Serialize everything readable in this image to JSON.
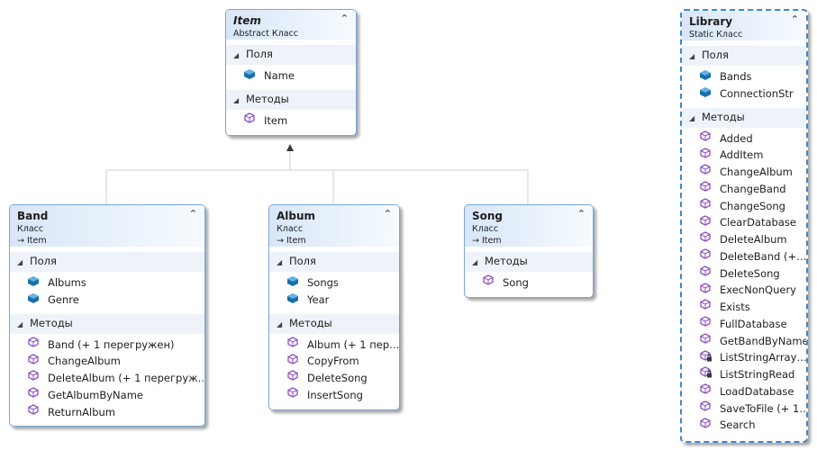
{
  "diagram": {
    "classes": {
      "item": {
        "name": "Item",
        "kind": "Abstract Класс",
        "sections": [
          {
            "label": "Поля",
            "members": [
              {
                "label": "Name",
                "icon": "field-icon"
              }
            ]
          },
          {
            "label": "Методы",
            "members": [
              {
                "label": "Item",
                "icon": "method-icon"
              }
            ]
          }
        ]
      },
      "band": {
        "name": "Band",
        "kind": "Класс",
        "base": "Item",
        "sections": [
          {
            "label": "Поля",
            "members": [
              {
                "label": "Albums",
                "icon": "field-icon"
              },
              {
                "label": "Genre",
                "icon": "field-icon"
              }
            ]
          },
          {
            "label": "Методы",
            "members": [
              {
                "label": "Band (+ 1 перегружен)",
                "icon": "method-icon"
              },
              {
                "label": "ChangeAlbum",
                "icon": "method-icon"
              },
              {
                "label": "DeleteAlbum (+ 1 перегруж…",
                "icon": "method-icon"
              },
              {
                "label": "GetAlbumByName",
                "icon": "method-icon"
              },
              {
                "label": "ReturnAlbum",
                "icon": "method-icon"
              }
            ]
          }
        ]
      },
      "album": {
        "name": "Album",
        "kind": "Класс",
        "base": "Item",
        "sections": [
          {
            "label": "Поля",
            "members": [
              {
                "label": "Songs",
                "icon": "field-icon"
              },
              {
                "label": "Year",
                "icon": "field-icon"
              }
            ]
          },
          {
            "label": "Методы",
            "members": [
              {
                "label": "Album (+ 1 пер…",
                "icon": "method-icon"
              },
              {
                "label": "CopyFrom",
                "icon": "method-icon"
              },
              {
                "label": "DeleteSong",
                "icon": "method-icon"
              },
              {
                "label": "InsertSong",
                "icon": "method-icon"
              }
            ]
          }
        ]
      },
      "song": {
        "name": "Song",
        "kind": "Класс",
        "base": "Item",
        "sections": [
          {
            "label": "Методы",
            "members": [
              {
                "label": "Song",
                "icon": "method-icon"
              }
            ]
          }
        ]
      },
      "library": {
        "name": "Library",
        "kind": "Static Класс",
        "sections": [
          {
            "label": "Поля",
            "members": [
              {
                "label": "Bands",
                "icon": "field-icon"
              },
              {
                "label": "ConnectionStr",
                "icon": "field-icon"
              }
            ]
          },
          {
            "label": "Методы",
            "members": [
              {
                "label": "Added",
                "icon": "method-icon"
              },
              {
                "label": "AddItem",
                "icon": "method-icon"
              },
              {
                "label": "ChangeAlbum",
                "icon": "method-icon"
              },
              {
                "label": "ChangeBand",
                "icon": "method-icon"
              },
              {
                "label": "ChangeSong",
                "icon": "method-icon"
              },
              {
                "label": "ClearDatabase",
                "icon": "method-icon"
              },
              {
                "label": "DeleteAlbum",
                "icon": "method-icon"
              },
              {
                "label": "DeleteBand (+…",
                "icon": "method-icon"
              },
              {
                "label": "DeleteSong",
                "icon": "method-icon"
              },
              {
                "label": "ExecNonQuery",
                "icon": "method-icon"
              },
              {
                "label": "Exists",
                "icon": "method-icon"
              },
              {
                "label": "FullDatabase",
                "icon": "method-icon"
              },
              {
                "label": "GetBandByName",
                "icon": "method-icon"
              },
              {
                "label": "ListStringArray…",
                "icon": "private-method-icon"
              },
              {
                "label": "ListStringRead",
                "icon": "private-method-icon"
              },
              {
                "label": "LoadDatabase",
                "icon": "method-icon"
              },
              {
                "label": "SaveToFile (+ 1…",
                "icon": "method-icon"
              },
              {
                "label": "Search",
                "icon": "method-icon"
              }
            ]
          }
        ]
      }
    },
    "colors": {
      "border": "#7aa6d8",
      "static_border": "#3f86cf",
      "field_icon": "#1b6fa8",
      "method_icon": "#8e4fbf",
      "section_bg": "#eef3fa"
    }
  }
}
